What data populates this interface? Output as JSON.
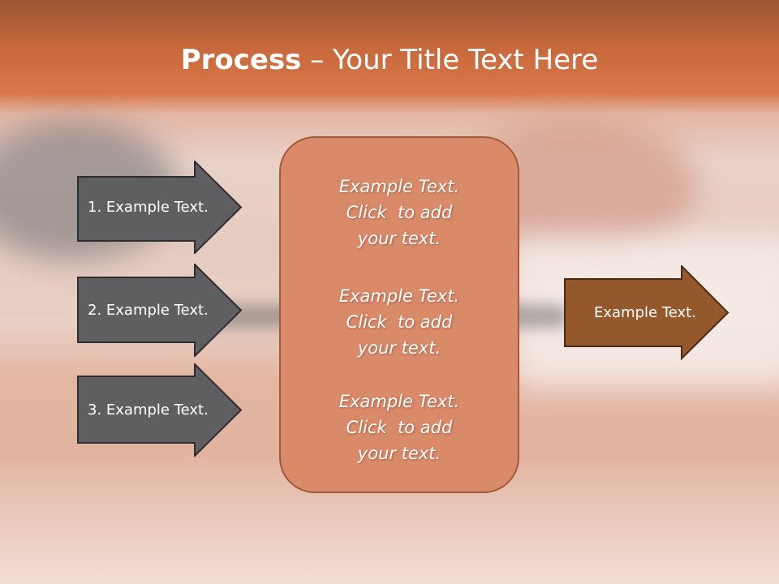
{
  "title": {
    "bold": "Process",
    "rest": " – Your Title Text Here"
  },
  "left_arrows": [
    {
      "label": "1. Example Text."
    },
    {
      "label": "2. Example Text."
    },
    {
      "label": "3. Example Text."
    }
  ],
  "center_box": {
    "blocks": [
      {
        "line1": "Example Text.",
        "line2": "Click  to add",
        "line3": "your text."
      },
      {
        "line1": "Example Text.",
        "line2": "Click  to add",
        "line3": "your text."
      },
      {
        "line1": "Example Text.",
        "line2": "Click  to add",
        "line3": "your text."
      }
    ]
  },
  "right_arrow": {
    "label": "Example Text."
  },
  "colors": {
    "gray_arrow": "#5f5f61",
    "brown_arrow": "#94582b",
    "center_box": "#d98a69"
  }
}
